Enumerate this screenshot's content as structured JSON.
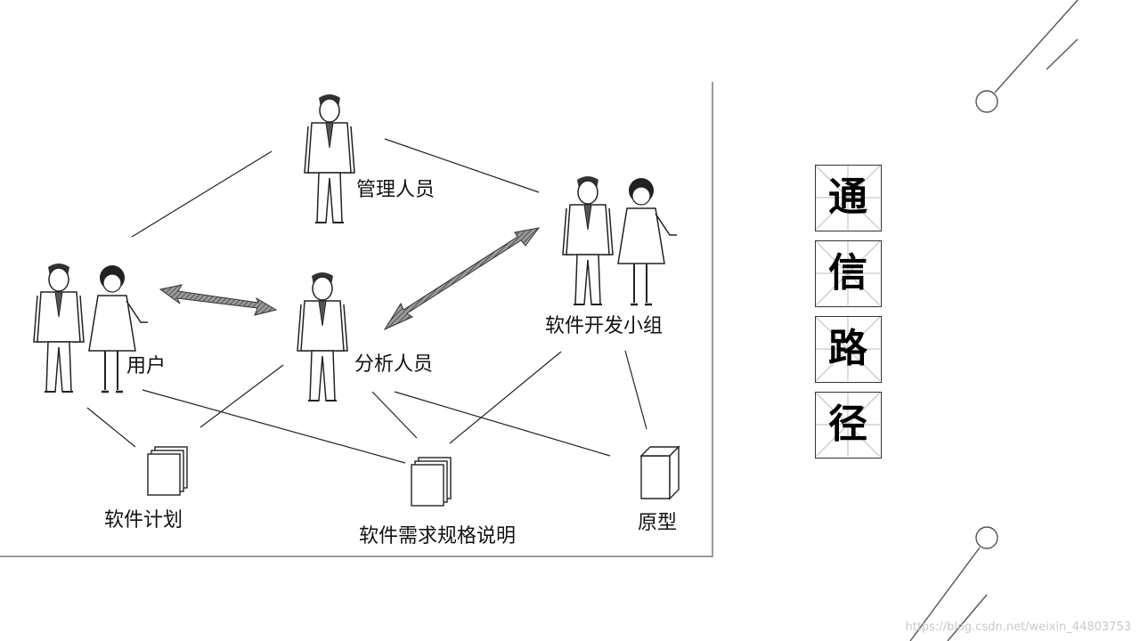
{
  "diagram": {
    "nodes": {
      "manager": "管理人员",
      "analyst": "分析人员",
      "user": "用户",
      "dev_team": "软件开发小组",
      "plan": "软件计划",
      "spec": "软件需求规格说明",
      "prototype": "原型"
    }
  },
  "title": {
    "chars": [
      "通",
      "信",
      "路",
      "径"
    ]
  },
  "watermark": "https://blog.csdn.net/weixin_44803753",
  "colors": {
    "line": "#222222",
    "arrow": "#7a7a7a",
    "accent_deco": "#555555"
  }
}
